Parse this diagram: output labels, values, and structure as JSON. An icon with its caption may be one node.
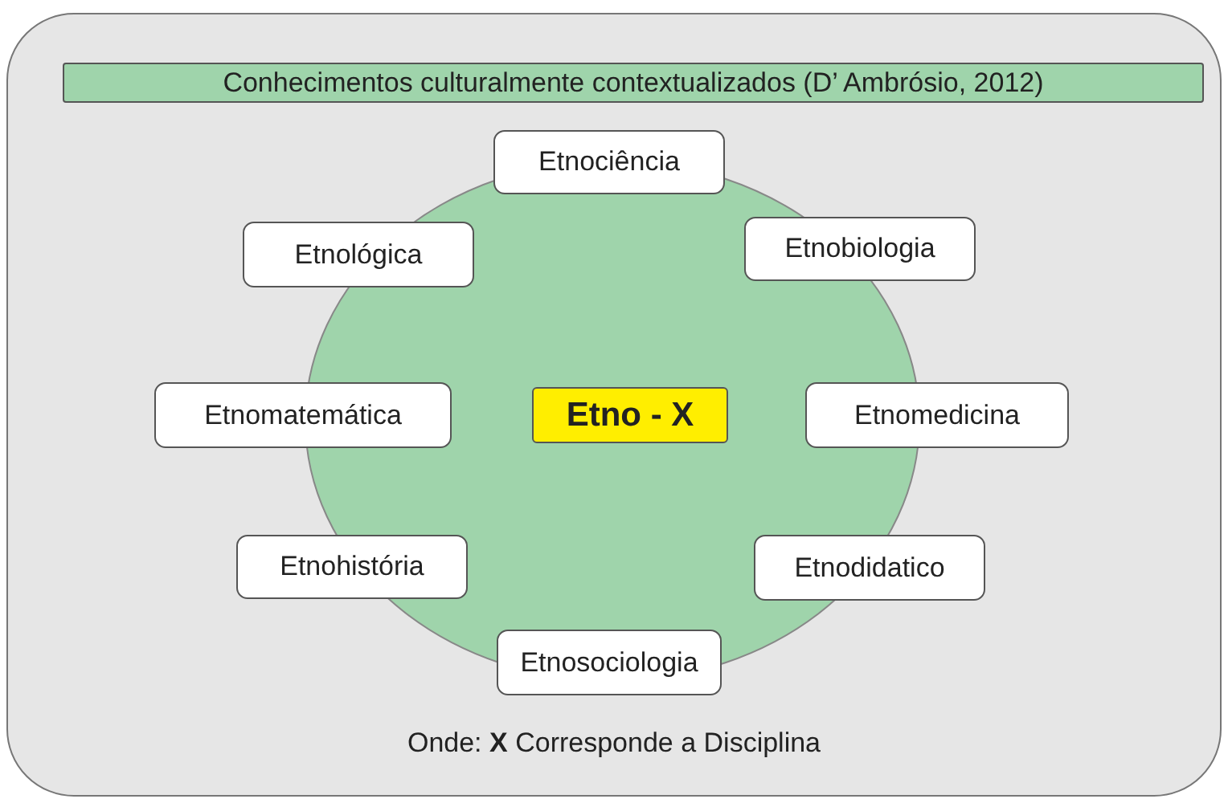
{
  "diagram": {
    "nodes": [
      {
        "text": [
          "Onde: **X** Corresponde a Disciplina"
        ]
      },
      {
        "text": [
          "Conhecimentos culturalmente contextualizados (D’ Ambrósio, 2012)"
        ],
        "in": 0
      },
      {
        "text": [],
        "shape": "circle",
        "in": 0
      },
      {
        "text": [
          "Etnociência"
        ],
        "in": 0
      },
      {
        "text": [
          "Etnológica"
        ],
        "in": 0
      },
      {
        "text": [
          "Etnobiologia"
        ],
        "in": 0
      },
      {
        "text": [
          "Etnomatemática"
        ],
        "in": 0
      },
      {
        "text": [
          "Etno - X"
        ],
        "in": 2
      },
      {
        "text": [
          "Etnomedicina"
        ],
        "in": 0
      },
      {
        "text": [
          "Etnohistória"
        ],
        "in": 0
      },
      {
        "text": [
          "Etnodidatico"
        ],
        "in": 0
      },
      {
        "text": [
          "Etnosociologia"
        ],
        "in": 0
      }
    ],
    "edges": []
  }
}
